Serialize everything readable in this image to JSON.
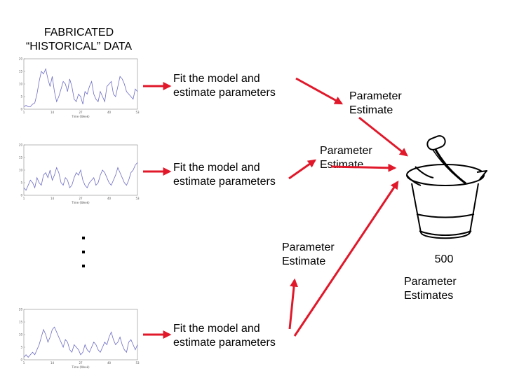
{
  "title_lines": [
    "FABRICATED",
    "“HISTORICAL” DATA"
  ],
  "fit_label_lines": [
    "Fit the model and",
    "estimate parameters"
  ],
  "estimate_label_lines": [
    "Parameter",
    "Estimate"
  ],
  "bucket": {
    "count": "500",
    "label_lines": [
      "Parameter",
      "Estimates"
    ],
    "icon": "bucket-icon"
  },
  "arrow_color": "#e0182a",
  "series_color": "#6c6cc4",
  "continuation_marks": "ellipsis",
  "charts": [
    {
      "y_ticks": [
        "20",
        "15",
        "10",
        "5",
        "0"
      ],
      "x_ticks": [
        "1",
        "14",
        "27",
        "40",
        "53"
      ],
      "x_label": "Time (Week)",
      "values": [
        1,
        1.5,
        1,
        1,
        2,
        2.5,
        6,
        11,
        15,
        14,
        16,
        12,
        9,
        13,
        7,
        3,
        5,
        8,
        11,
        10,
        7,
        12,
        9,
        4,
        3,
        6,
        5,
        2,
        7,
        6,
        9,
        11,
        6,
        4,
        3,
        7,
        5,
        3,
        9,
        10,
        11,
        6,
        5,
        9,
        13,
        12,
        10,
        7,
        6,
        5,
        4,
        8,
        7
      ]
    },
    {
      "y_ticks": [
        "20",
        "15",
        "10",
        "5",
        "0"
      ],
      "x_ticks": [
        "1",
        "14",
        "27",
        "40",
        "53"
      ],
      "x_label": "Time (Week)",
      "values": [
        3,
        2,
        4,
        6,
        5,
        3,
        7,
        5,
        4,
        8,
        9,
        7,
        10,
        6,
        8,
        11,
        9,
        5,
        4,
        7,
        6,
        3,
        4,
        7,
        9,
        8,
        10,
        6,
        4,
        3,
        5,
        6,
        7,
        4,
        5,
        8,
        10,
        9,
        7,
        5,
        4,
        6,
        8,
        11,
        9,
        7,
        5,
        4,
        6,
        9,
        10,
        12,
        13
      ]
    },
    {
      "y_ticks": [
        "20",
        "15",
        "10",
        "5",
        "0"
      ],
      "x_ticks": [
        "1",
        "14",
        "27",
        "40",
        "53"
      ],
      "x_label": "Time (Week)",
      "values": [
        1,
        2,
        1,
        2,
        3,
        2,
        4,
        6,
        9,
        12,
        10,
        7,
        9,
        12,
        13,
        11,
        9,
        7,
        5,
        8,
        7,
        4,
        3,
        6,
        5,
        4,
        2,
        3,
        6,
        4,
        3,
        5,
        7,
        6,
        4,
        3,
        5,
        7,
        6,
        9,
        11,
        8,
        6,
        7,
        9,
        6,
        4,
        3,
        7,
        8,
        6,
        4,
        6
      ]
    }
  ]
}
